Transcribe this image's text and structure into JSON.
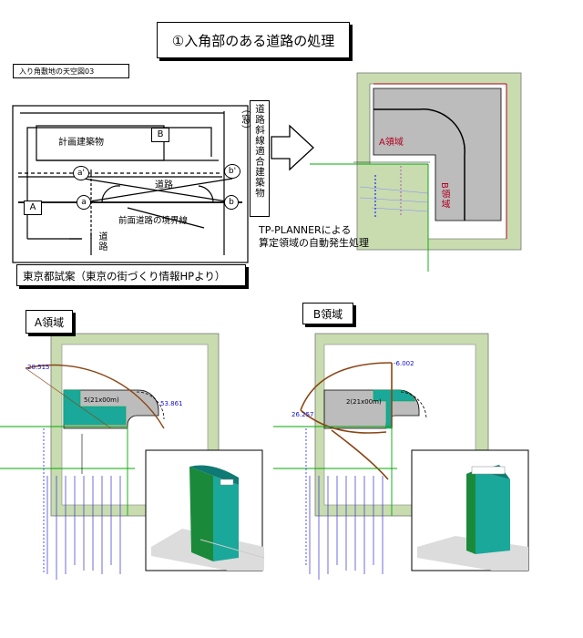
{
  "title": "①入角部のある道路の処理",
  "top_sketch": {
    "label": "入り角敷地の天空図03",
    "block_a": "A",
    "block_b": "B",
    "building": "計画建築物",
    "road": "道路",
    "road_vertical": "道路",
    "point_a": "a",
    "point_b": "b",
    "point_a_prime": "a'",
    "point_b_prime": "b'",
    "boundary_label": "前面道路の境界線",
    "window_label": "道路斜線適合建築物（窓）"
  },
  "caption": "東京都試案（東京の街づくり情報HPより）",
  "tp_text_line1": "TP-PLANNERによる",
  "tp_text_line2": "算定領域の自動発生処理",
  "plan_labels": {
    "region_a": "A領域",
    "region_b": "B領域"
  },
  "bottom": {
    "region_a_title": "A領域",
    "region_b_title": "B領域",
    "a_value_top": "20.515",
    "a_value_right": "53.861",
    "a_building_label": "5(21x00m)",
    "b_value_top": "-6.002",
    "b_value_left": "26.257",
    "b_building_label": "2(21x00m)"
  },
  "colors": {
    "green": "#c8dcb0",
    "gray": "#bcbcbc",
    "teal": "#1aa89a",
    "brown": "#8b4513",
    "red": "#b00020",
    "blue": "#1010d0"
  }
}
